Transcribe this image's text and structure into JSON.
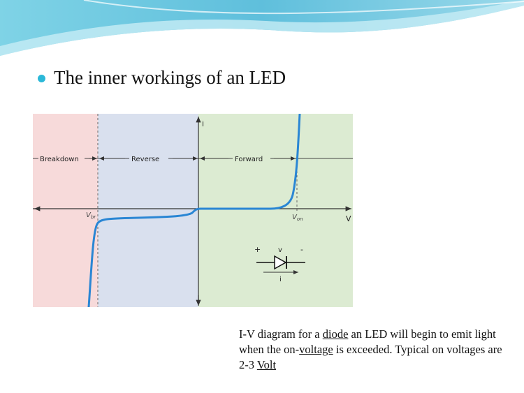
{
  "slide": {
    "bullet": "The inner workings of an LED"
  },
  "diagram": {
    "region_labels": {
      "breakdown": "Breakdown",
      "reverse": "Reverse",
      "forward": "Forward"
    },
    "axis_labels": {
      "current": "i",
      "voltage": "V"
    },
    "tick_labels": {
      "vbr": "V",
      "vbr_sub": "br",
      "von": "V",
      "von_sub": "on"
    },
    "symbol": {
      "plus": "+",
      "voltage": "v",
      "minus": "-",
      "current": "i"
    },
    "colors": {
      "breakdown_bg": "#f7dada",
      "reverse_bg": "#d9e0ee",
      "forward_bg": "#dcebd2",
      "curve": "#2a86d4"
    }
  },
  "caption": {
    "part1": "I-V diagram for a ",
    "link1": "diode",
    "part2": " an LED will begin to emit light when the on-",
    "link2": "voltage",
    "part3": " is exceeded. Typical on voltages are 2-3 ",
    "link3": "Volt"
  }
}
